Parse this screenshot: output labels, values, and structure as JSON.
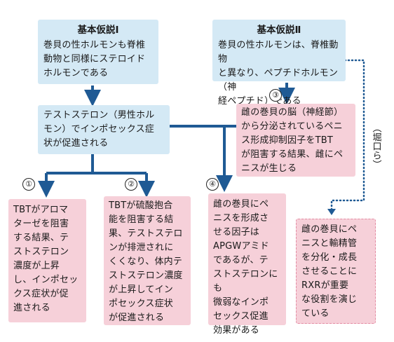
{
  "boxes": {
    "h1": {
      "title": "基本仮説Ⅰ",
      "body": "巻貝の性ホルモンも脊椎\n動物と同様にステロイド\nホルモンである"
    },
    "h2": {
      "title": "基本仮説Ⅱ",
      "body": "巻貝の性ホルモンは、脊椎動物\nと異なり、ペプチドホルモン（神\n経ペプチド）である"
    },
    "mid_left": {
      "body": "テストステロン（男性ホル\nモン）でインポセックス症\n状が促進される"
    },
    "mid_right": {
      "body": "雌の巻貝の脳（神経節）\nから分泌されているペニ\nス形成抑制因子をTBT\nが阻害する結果、雌にペ\nニスが生じる"
    },
    "b1": {
      "body": "TBTがアロマ\nターゼを阻害\nする結果、テ\nストステロン\n濃度が上昇\nし、インポセッ\nクス症状が促\n進される"
    },
    "b2": {
      "body": "TBTが硫酸抱合\n能を阻害する結\n果、テストステロ\nンが排泄されに\nくくなり、体内テ\nストステロン濃度\nが上昇してイン\nポセックス症状\nが促進される"
    },
    "b4": {
      "body": "雌の巻貝にペ\nニスを形成さ\nせる因子は\nAPGWアミド\nであるが、テ\nストステロンにも\n微弱なインポ\nセックス促進\n効果がある"
    },
    "b5": {
      "body": "雌の巻貝にペ\nニスと輸精管\nを分化・成長\nさせることに\nRXRが重要\nな役割を演じ\nている"
    }
  },
  "markers": {
    "m1": "①",
    "m2": "②",
    "m3": "③",
    "m4": "④"
  },
  "side_label": "（堀口ら）",
  "colors": {
    "arrow": "#1f5a94",
    "blue_box": "#d4e9f5",
    "pink_box": "#f6d0d9",
    "dash_border": "#e38ca3"
  }
}
